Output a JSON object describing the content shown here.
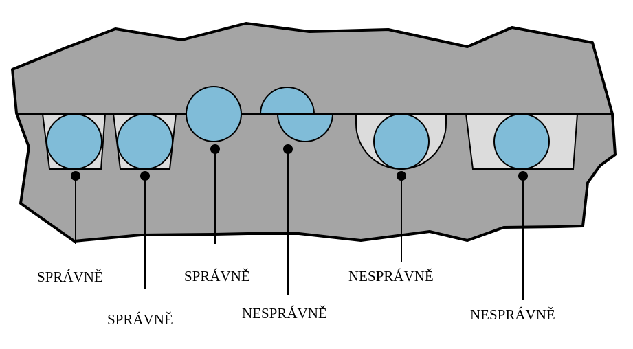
{
  "labels": [
    {
      "text": "SPRÁVNĚ"
    },
    {
      "text": "SPRÁVNĚ"
    },
    {
      "text": "SPRÁVNĚ"
    },
    {
      "text": "NESPRÁVNĚ"
    },
    {
      "text": "NESPRÁVNĚ"
    },
    {
      "text": "NESPRÁVNĚ"
    }
  ],
  "colors": {
    "rock": "#a5a5a5",
    "slot": "#dcdcdc",
    "ball": "#80bcd8",
    "outline": "#000000"
  }
}
